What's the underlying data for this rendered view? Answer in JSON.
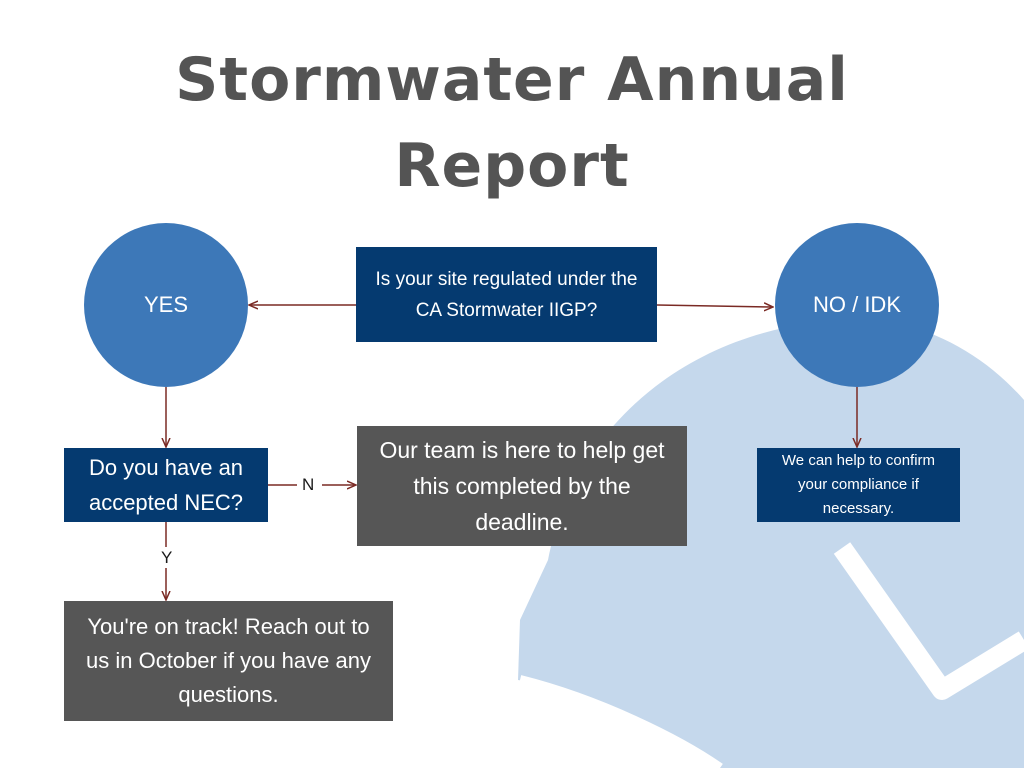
{
  "title": {
    "line1": "Stormwater Annual",
    "line2": "Report"
  },
  "nodes": {
    "question_regulated": "Is your site regulated under the CA Stormwater IIGP?",
    "yes": "YES",
    "no_idk": "NO / IDK",
    "question_nec": "Do you have an accepted NEC?",
    "team_help": "Our team is here to help get this completed by the deadline.",
    "confirm_compliance": "We can help to confirm your compliance if necessary.",
    "on_track": "You're on track! Reach out to us in October if you have any questions."
  },
  "edge_labels": {
    "n": "N",
    "y": "Y"
  },
  "colors": {
    "title": "#545454",
    "circle": "#3d78b8",
    "navy_box": "#053a70",
    "grey_box": "#565656",
    "arrow": "#7a2a24",
    "background_logo": "#c5d8ec"
  }
}
